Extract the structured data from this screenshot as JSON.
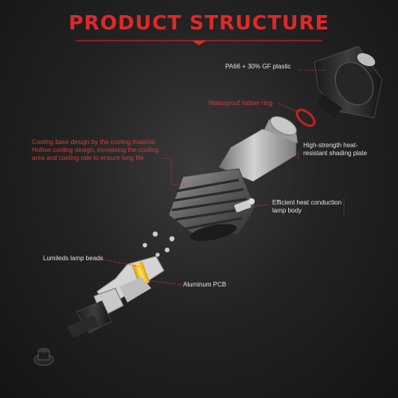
{
  "header": {
    "title": "PRODUCT STRUCTURE"
  },
  "labels": {
    "pa66": "PA66 + 30% GF plastic",
    "waterproof": "Waterproof robber ring",
    "cooling_base": "Cooling base design by the cooling material. Hollow cooling design, increasing the cooling area and cooling rate to ensure long life",
    "shading_plate": "High-strength heat-resistant shading plate",
    "heat_conduction": "Efficient heat conduction lamp body",
    "lumileds": "Lumileds lamp beads",
    "pcb": "Aluminum PCB"
  },
  "colors": {
    "accent": "#e02828",
    "label": "#e2e2e2",
    "callout_line": "#c33a3a"
  }
}
